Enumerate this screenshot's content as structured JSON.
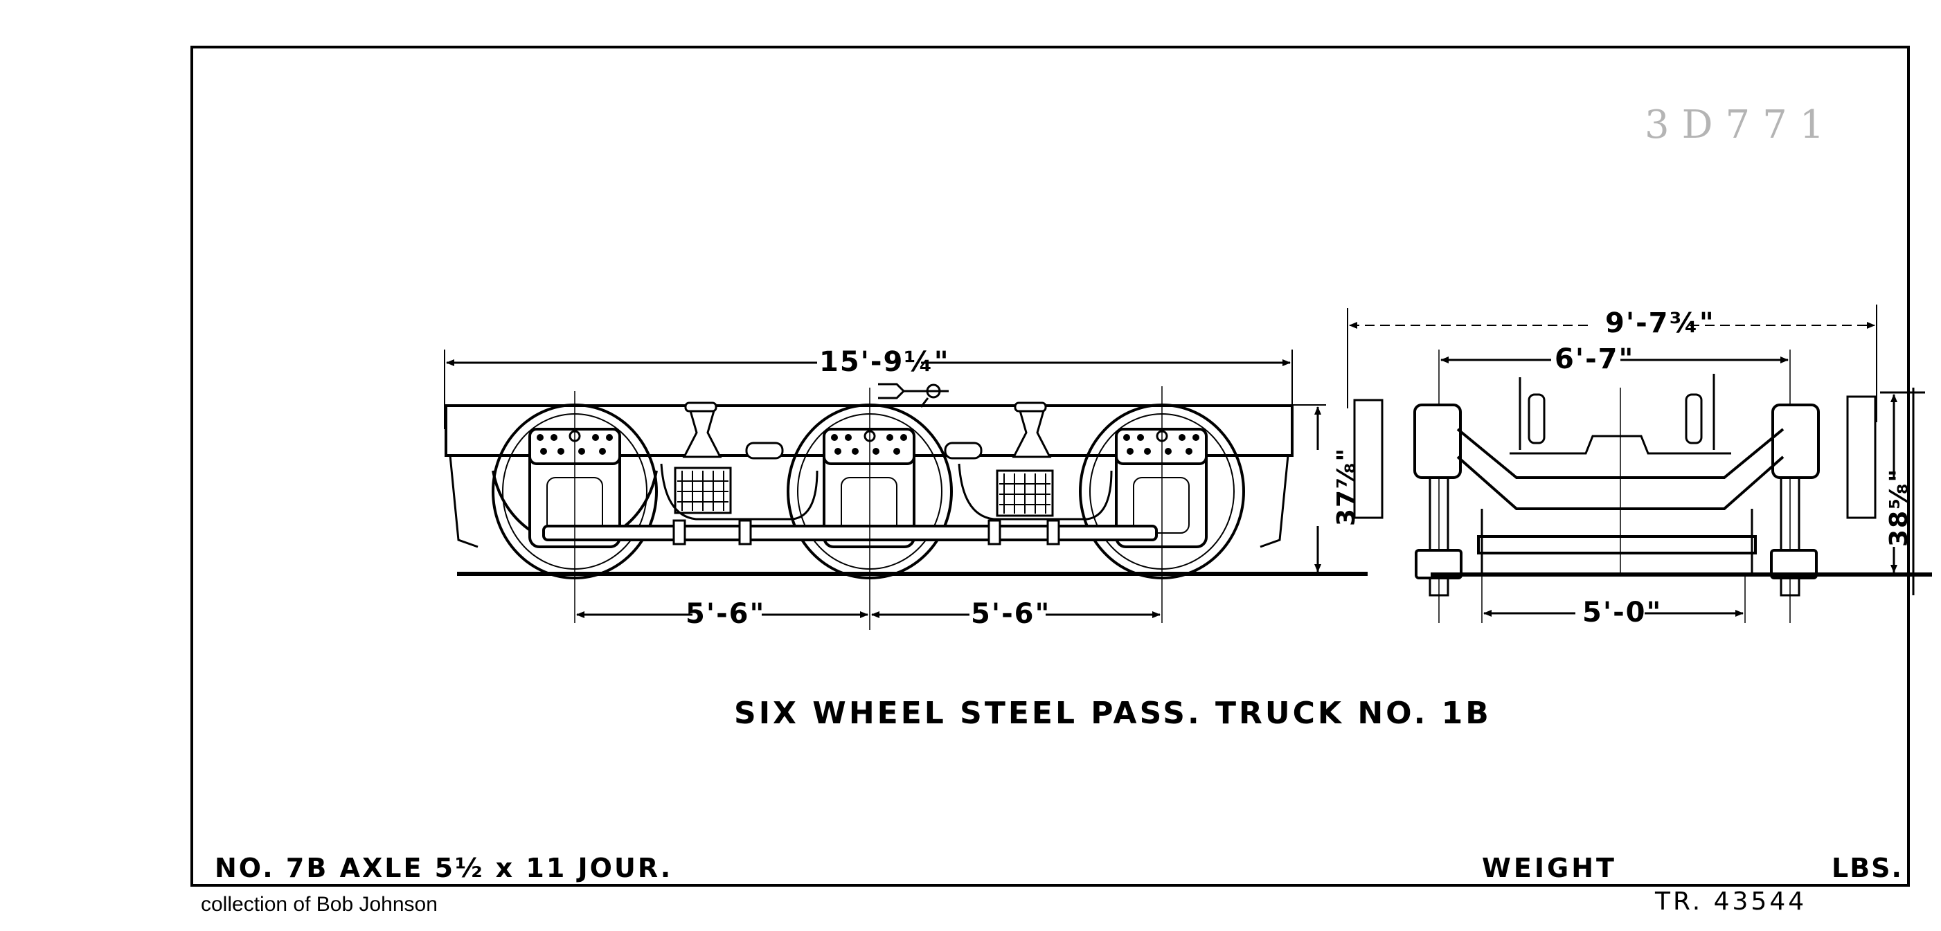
{
  "drawing": {
    "title": "SIX WHEEL STEEL PASS. TRUCK NO. 1B",
    "stamp_number": "3D771",
    "axle_spec": "NO. 7B AXLE 5½ x 11 JOUR.",
    "weight_label": "WEIGHT",
    "weight_unit": "LBS.",
    "drawing_ref": "TR. 43544",
    "credit": "collection of Bob Johnson"
  },
  "side_elevation": {
    "overall_length": "15'-9¼\"",
    "wheelbase_1": "5'-6\"",
    "wheelbase_2": "5'-6\"",
    "height": "37⅞\""
  },
  "end_elevation": {
    "overall_width": "9'-7¾\"",
    "inner_width": "6'-7\"",
    "gauge": "5'-0\"",
    "height": "38⅝\""
  },
  "colors": {
    "ink": "#000000",
    "paper": "#ffffff",
    "stamp": "#777777"
  }
}
